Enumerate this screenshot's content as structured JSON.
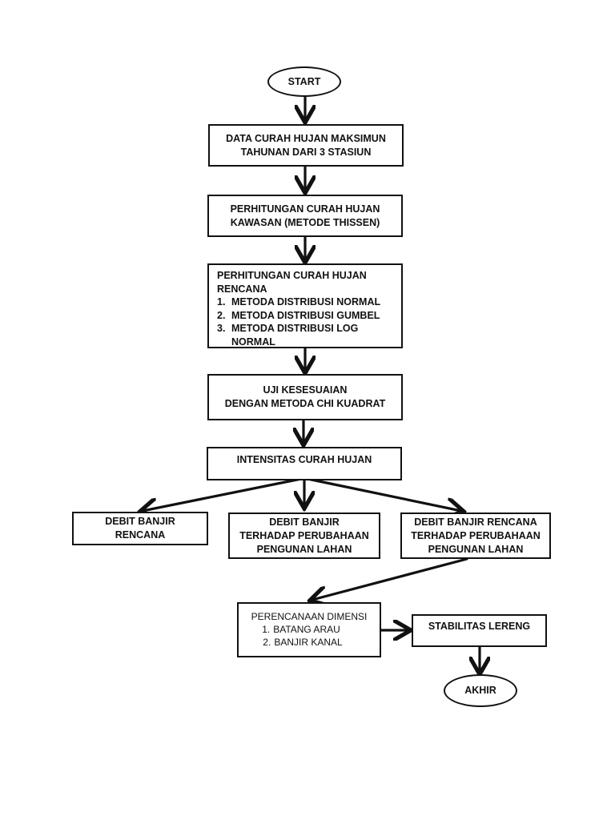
{
  "nodes": {
    "start": "START",
    "data_curah": [
      "DATA CURAH HUJAN MAKSIMUN",
      "TAHUNAN DARI 3 STASIUN"
    ],
    "perhitungan_kawasan": [
      "PERHITUNGAN CURAH HUJAN",
      "KAWASAN (METODE THISSEN)"
    ],
    "perhitungan_rencana": {
      "title": [
        "PERHITUNGAN CURAH HUJAN",
        "RENCANA"
      ],
      "items": [
        {
          "num": "1.",
          "text": "METODA DISTRIBUSI NORMAL"
        },
        {
          "num": "2.",
          "text": "METODA DISTRIBUSI GUMBEL"
        },
        {
          "num": "3.",
          "text": "METODA DISTRIBUSI LOG NORMAL"
        }
      ]
    },
    "uji": [
      "UJI KESESUAIAN",
      "DENGAN METODA CHI KUADRAT"
    ],
    "intensitas": "INTENSITAS CURAH HUJAN",
    "debit_rencana": [
      "DEBIT BANJIR",
      "RENCANA"
    ],
    "debit_perubahan": [
      "DEBIT BANJIR",
      "TERHADAP PERUBAHAAN",
      "PENGUNAN LAHAN"
    ],
    "debit_rencana_perubahan": [
      "DEBIT BANJIR RENCANA",
      "TERHADAP PERUBAHAAN",
      "PENGUNAN LAHAN"
    ],
    "perencanaan": {
      "title": "PERENCANAAN DIMENSI",
      "items": [
        {
          "num": "1.",
          "text": "BATANG ARAU"
        },
        {
          "num": "2.",
          "text": "BANJIR KANAL"
        }
      ]
    },
    "stabilitas": "STABILITAS LERENG",
    "akhir": "AKHIR"
  },
  "colors": {
    "stroke": "#111111",
    "background": "#ffffff"
  }
}
